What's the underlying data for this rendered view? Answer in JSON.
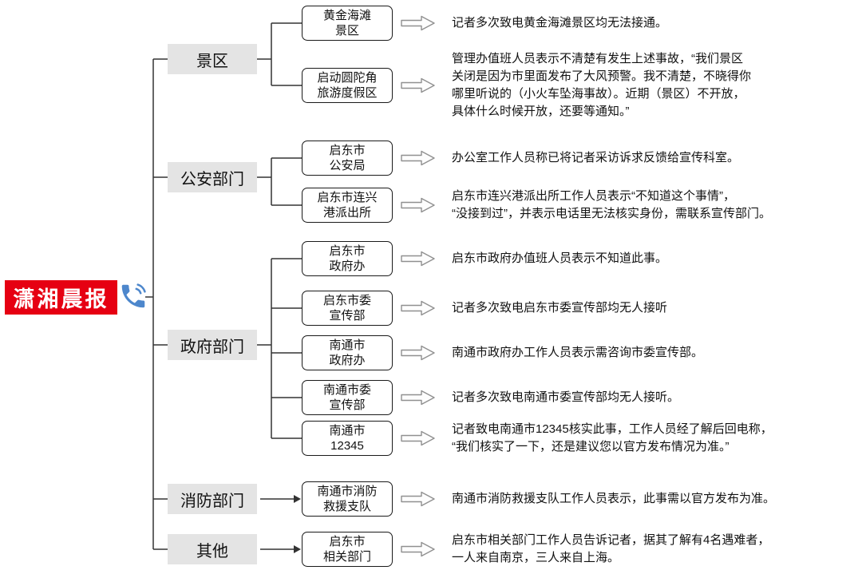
{
  "brand": {
    "name": "潇湘晨报",
    "logo_bg": "#e60012",
    "logo_text_color": "#ffffff",
    "phone_icon_color": "#4d87cc"
  },
  "groups": [
    {
      "category": "景区",
      "items": [
        {
          "box_line1": "黄金海滩",
          "box_line2": "景区",
          "result": "记者多次致电黄金海滩景区均无法接通。"
        },
        {
          "box_line1": "启动圆陀角",
          "box_line2": "旅游度假区",
          "result": "管理办值班人员表示不清楚有发生上述事故，“我们景区\n关闭是因为市里面发布了大风预警。我不清楚，不晓得你\n哪里听说的（小火车坠海事故）。近期（景区）不开放，\n具体什么时候开放，还要等通知。”"
        }
      ]
    },
    {
      "category": "公安部门",
      "items": [
        {
          "box_line1": "启东市",
          "box_line2": "公安局",
          "result": "办公室工作人员称已将记者采访诉求反馈给宣传科室。"
        },
        {
          "box_line1": "启东市连兴",
          "box_line2": "港派出所",
          "result": "启东市连兴港派出所工作人员表示“不知道这个事情”，\n“没接到过”，并表示电话里无法核实身份，需联系宣传部门。"
        }
      ]
    },
    {
      "category": "政府部门",
      "items": [
        {
          "box_line1": "启东市",
          "box_line2": "政府办",
          "result": "启东市政府办值班人员表示不知道此事。"
        },
        {
          "box_line1": "启东市委",
          "box_line2": "宣传部",
          "result": "记者多次致电启东市委宣传部均无人接听"
        },
        {
          "box_line1": "南通市",
          "box_line2": "政府办",
          "result": "南通市政府办工作人员表示需咨询市委宣传部。"
        },
        {
          "box_line1": "南通市委",
          "box_line2": "宣传部",
          "result": "记者多次致电南通市委宣传部均无人接听。"
        },
        {
          "box_line1": "南通市",
          "box_line2": "12345",
          "result": "记者致电南通市12345核实此事，工作人员经了解后回电称，\n“我们核实了一下，还是建议您以官方发布情况为准。”"
        }
      ]
    },
    {
      "category": "消防部门",
      "items": [
        {
          "box_line1": "南通市消防",
          "box_line2": "救援支队",
          "result": "南通市消防救援支队工作人员表示，此事需以官方发布为准。"
        }
      ]
    },
    {
      "category": "其他",
      "items": [
        {
          "box_line1": "启东市",
          "box_line2": "相关部门",
          "result": "启东市相关部门工作人员告诉记者，据其了解有4名遇难者，\n一人来自南京，三人来自上海。"
        }
      ]
    }
  ]
}
